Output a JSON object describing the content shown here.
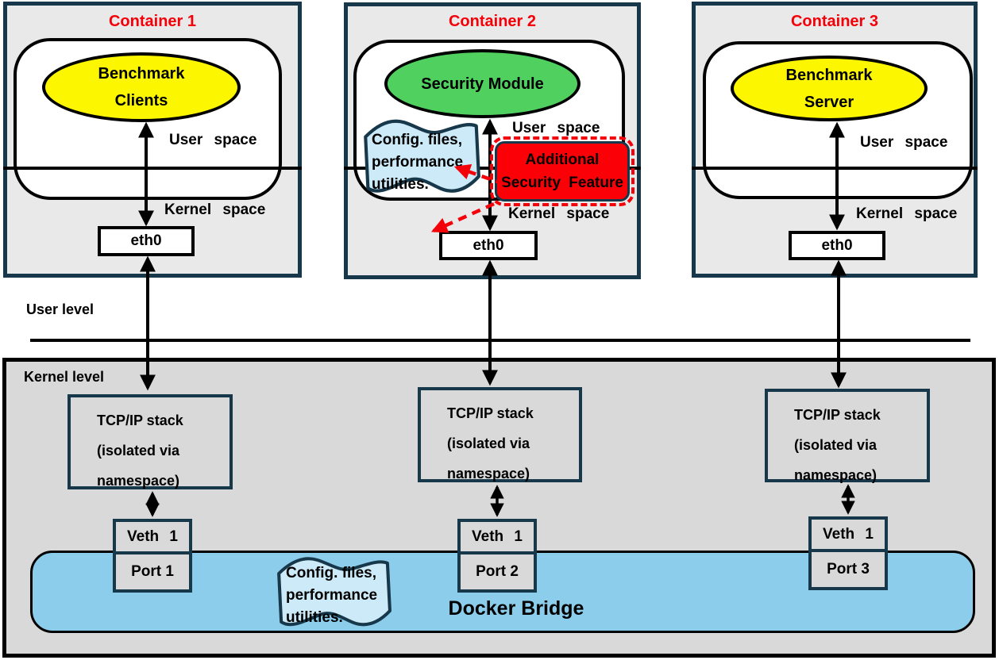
{
  "colors": {
    "title-red": "#f40009",
    "yellow": "#fcf600",
    "green": "#4fd05f",
    "bridge-blue": "#8bcdeb",
    "note-blue": "#cdeaf8",
    "alert-red": "#fb0006",
    "navy": "#17384a",
    "container-bg": "#e9e9e9",
    "kernel-bg": "#d9d9d9"
  },
  "levels": {
    "user": "User level",
    "kernel": "Kernel level"
  },
  "containers": [
    {
      "title": "Container 1",
      "module_lines": [
        "Benchmark",
        "Clients"
      ],
      "user_space": "User space",
      "kernel_space": "Kernel space",
      "eth": "eth0"
    },
    {
      "title": "Container 2",
      "module_lines": [
        "Security Module"
      ],
      "user_space": "User space",
      "kernel_space": "Kernel space",
      "eth": "eth0",
      "config_note_lines": [
        "Config. files,",
        "performance",
        "utilities."
      ],
      "security_feature_lines": [
        "Additional",
        "Security Feature"
      ]
    },
    {
      "title": "Container 3",
      "module_lines": [
        "Benchmark",
        "Server"
      ],
      "user_space": "User space",
      "kernel_space": "Kernel space",
      "eth": "eth0"
    }
  ],
  "kernel": {
    "tcp_stacks": [
      {
        "lines": [
          "TCP/IP stack",
          "(isolated via",
          "namespace)"
        ]
      },
      {
        "lines": [
          "TCP/IP stack",
          "(isolated via",
          "namespace)"
        ]
      },
      {
        "lines": [
          "TCP/IP stack",
          "(isolated via",
          "namespace)"
        ]
      }
    ],
    "veth_pairs": [
      {
        "veth": "Veth 1",
        "port": "Port 1"
      },
      {
        "veth": "Veth 1",
        "port": "Port 2"
      },
      {
        "veth": "Veth 1",
        "port": "Port 3"
      }
    ],
    "bridge_label": "Docker Bridge",
    "bridge_note_lines": [
      "Config. files,",
      "performance",
      "utilities."
    ]
  }
}
